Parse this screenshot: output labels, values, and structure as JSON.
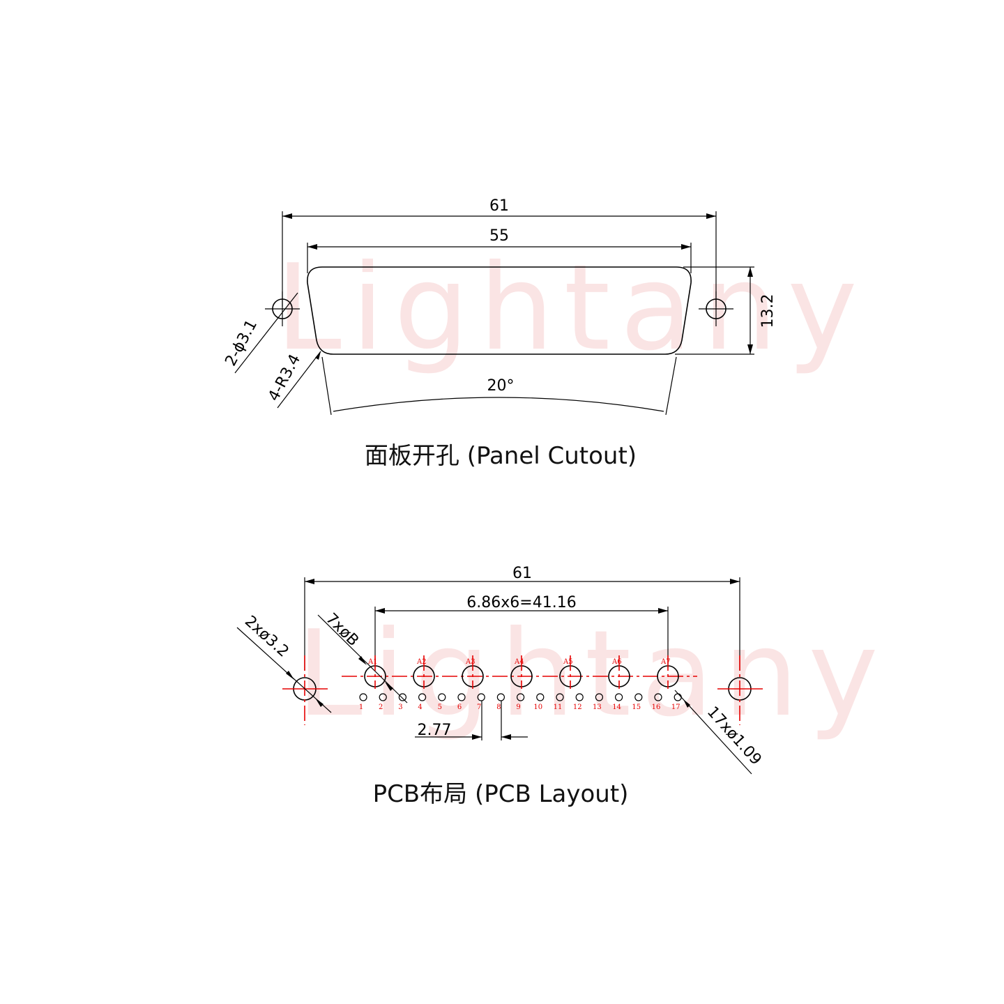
{
  "watermark": "Lightany",
  "colors": {
    "line": "#000000",
    "accent": "#e60000",
    "watermark": "#f7cfcf"
  },
  "panel": {
    "caption": "面板开孔 (Panel Cutout)",
    "dim_overall": "61",
    "dim_cutout": "55",
    "dim_height": "13.2",
    "dim_angle": "20°",
    "dim_holes": "2-ϕ3.1",
    "dim_radius": "4-R3.4"
  },
  "pcb": {
    "caption": "PCB布局 (PCB Layout)",
    "dim_overall": "61",
    "dim_pitch_total": "6.86x6=41.16",
    "dim_mount_holes": "2xø3.2",
    "dim_big_holes": "7xøB",
    "dim_small_holes": "17xø1.09",
    "dim_small_pitch": "2.77",
    "big_pin_labels": [
      "A1",
      "A2",
      "A3",
      "A4",
      "A5",
      "A6",
      "A7"
    ],
    "small_pin_labels": [
      "1",
      "2",
      "3",
      "4",
      "5",
      "6",
      "7",
      "8",
      "9",
      "10",
      "11",
      "12",
      "13",
      "14",
      "15",
      "16",
      "17"
    ]
  }
}
